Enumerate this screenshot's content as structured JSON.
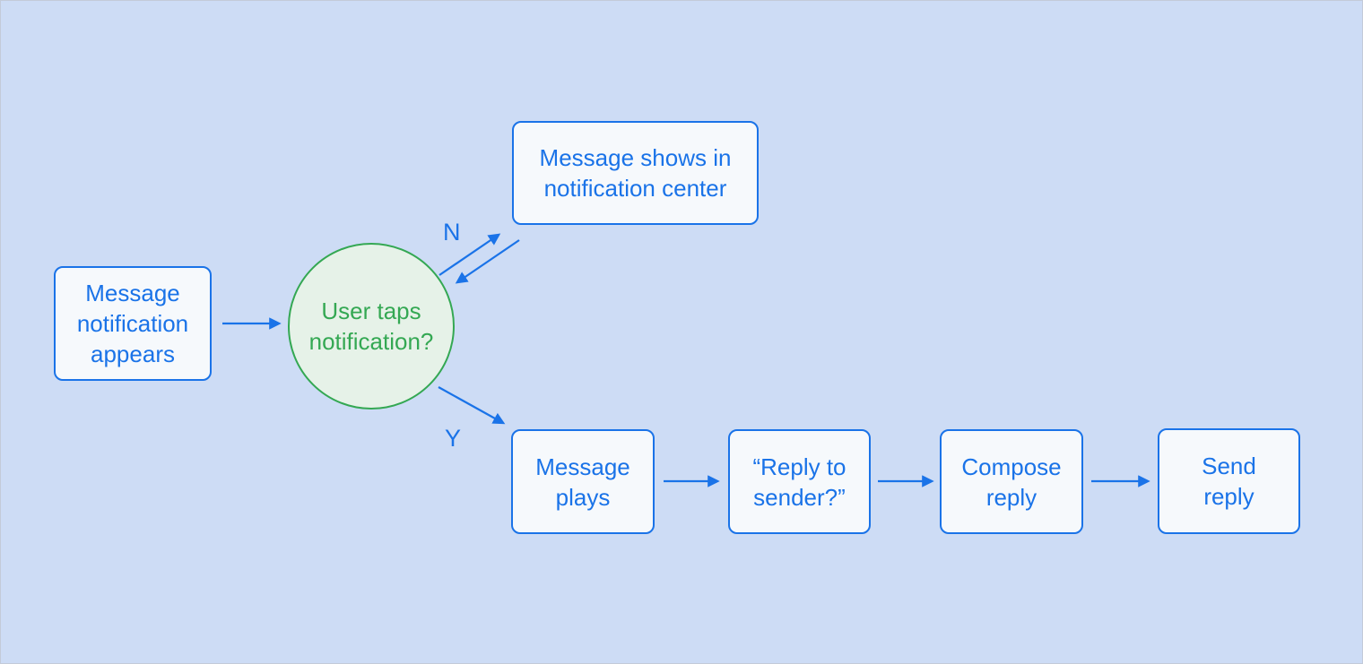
{
  "diagram": {
    "background_color": "#cddcf5",
    "colors": {
      "process_border": "#1a73e8",
      "process_fill": "#f6f9fc",
      "process_text": "#1a73e8",
      "decision_border": "#34a853",
      "decision_fill": "#e6f2e8",
      "decision_text": "#34a853",
      "arrow": "#1a73e8",
      "edge_label_text": "#1a73e8"
    },
    "nodes": {
      "start": {
        "label": "Message\nnotification\nappears"
      },
      "decision": {
        "label": "User taps\nnotification?"
      },
      "notification_center": {
        "label": "Message shows in\nnotification center"
      },
      "message_plays": {
        "label": "Message\nplays"
      },
      "reply_prompt": {
        "label": "“Reply to\nsender?”"
      },
      "compose_reply": {
        "label": "Compose\nreply"
      },
      "send_reply": {
        "label": "Send\nreply"
      }
    },
    "edges": [
      {
        "from": "start",
        "to": "decision",
        "label": ""
      },
      {
        "from": "decision",
        "to": "notification_center",
        "label": "N"
      },
      {
        "from": "notification_center",
        "to": "decision",
        "label": ""
      },
      {
        "from": "decision",
        "to": "message_plays",
        "label": "Y"
      },
      {
        "from": "message_plays",
        "to": "reply_prompt",
        "label": ""
      },
      {
        "from": "reply_prompt",
        "to": "compose_reply",
        "label": ""
      },
      {
        "from": "compose_reply",
        "to": "send_reply",
        "label": ""
      }
    ]
  }
}
